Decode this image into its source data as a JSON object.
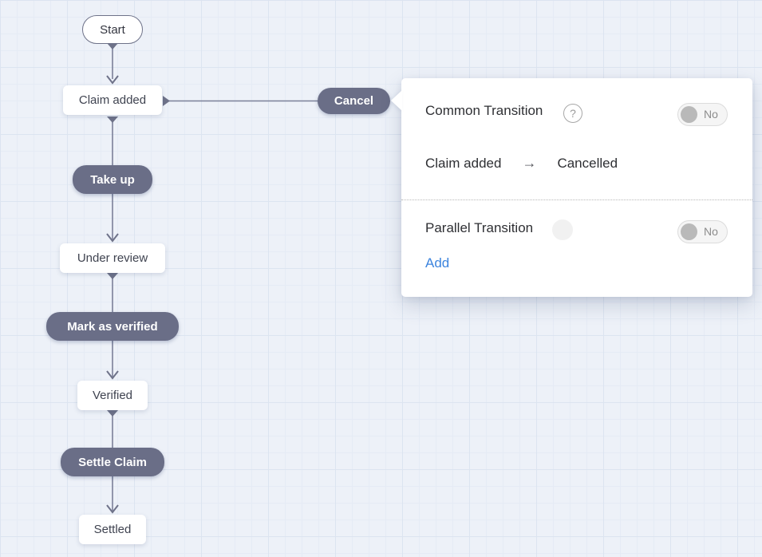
{
  "canvas": {
    "background_color": "#edf1f8",
    "grid_line_color": "#dce4f0"
  },
  "diagram": {
    "nodes": [
      {
        "id": "start",
        "label": "Start",
        "kind": "start-state"
      },
      {
        "id": "claim-added",
        "label": "Claim added",
        "kind": "stage"
      },
      {
        "id": "take-up",
        "label": "Take up",
        "kind": "transition"
      },
      {
        "id": "under-review",
        "label": "Under review",
        "kind": "stage"
      },
      {
        "id": "mark-as-verified",
        "label": "Mark as verified",
        "kind": "transition"
      },
      {
        "id": "verified",
        "label": "Verified",
        "kind": "stage"
      },
      {
        "id": "settle-claim",
        "label": "Settle Claim",
        "kind": "transition"
      },
      {
        "id": "settled",
        "label": "Settled",
        "kind": "stage"
      },
      {
        "id": "cancel",
        "label": "Cancel",
        "kind": "transition"
      }
    ],
    "colors": {
      "transition_fill": "#6a6e87",
      "connector": "#7b8099",
      "stage_text": "#3f4350"
    }
  },
  "popup": {
    "common_transition_label": "Common Transition",
    "help_icon": "question-circle-icon",
    "help_glyph": "?",
    "common_transition_toggle": "No",
    "route_from": "Claim added",
    "route_arrow": "→",
    "route_to": "Cancelled",
    "parallel_transition_label": "Parallel Transition",
    "parallel_transition_toggle": "No",
    "add_label": "Add",
    "link_color": "#3c84de"
  }
}
